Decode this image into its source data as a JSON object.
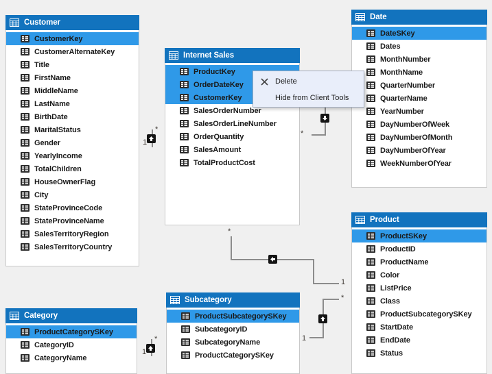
{
  "app": {
    "view_name": "Tabular Model Diagram View"
  },
  "colors": {
    "canvas_bg": "#F0F0F0",
    "table_header_bg": "#1273BE",
    "row_highlight_bg": "#2F99E8",
    "table_body_bg": "#FFFFFF",
    "table_border": "#C9C9C9",
    "relationship_line": "#8C8C8C",
    "menu_bg": "#E9EEFA",
    "menu_border": "#9FA9BB"
  },
  "tables": {
    "customer": {
      "title": "Customer",
      "icon": "table-grid-icon",
      "fields": [
        {
          "label": "CustomerKey",
          "icon": "column-icon",
          "highlighted": true
        },
        {
          "label": "CustomerAlternateKey",
          "icon": "column-icon",
          "highlighted": false
        },
        {
          "label": "Title",
          "icon": "column-icon",
          "highlighted": false
        },
        {
          "label": "FirstName",
          "icon": "column-icon",
          "highlighted": false
        },
        {
          "label": "MiddleName",
          "icon": "column-icon",
          "highlighted": false
        },
        {
          "label": "LastName",
          "icon": "column-icon",
          "highlighted": false
        },
        {
          "label": "BirthDate",
          "icon": "column-icon",
          "highlighted": false
        },
        {
          "label": "MaritalStatus",
          "icon": "column-icon",
          "highlighted": false
        },
        {
          "label": "Gender",
          "icon": "column-icon",
          "highlighted": false
        },
        {
          "label": "YearlyIncome",
          "icon": "column-icon",
          "highlighted": false
        },
        {
          "label": "TotalChildren",
          "icon": "column-icon",
          "highlighted": false
        },
        {
          "label": "HouseOwnerFlag",
          "icon": "column-icon",
          "highlighted": false
        },
        {
          "label": "City",
          "icon": "column-icon",
          "highlighted": false
        },
        {
          "label": "StateProvinceCode",
          "icon": "column-icon",
          "highlighted": false
        },
        {
          "label": "StateProvinceName",
          "icon": "column-icon",
          "highlighted": false
        },
        {
          "label": "SalesTerritoryRegion",
          "icon": "column-icon",
          "highlighted": false
        },
        {
          "label": "SalesTerritoryCountry",
          "icon": "column-icon",
          "highlighted": false
        }
      ]
    },
    "internet_sales": {
      "title": "Internet Sales",
      "icon": "table-grid-icon",
      "fields": [
        {
          "label": "ProductKey",
          "icon": "column-icon",
          "highlighted": true
        },
        {
          "label": "OrderDateKey",
          "icon": "column-icon",
          "highlighted": true
        },
        {
          "label": "CustomerKey",
          "icon": "column-icon",
          "highlighted": true
        },
        {
          "label": "SalesOrderNumber",
          "icon": "column-icon",
          "highlighted": false
        },
        {
          "label": "SalesOrderLineNumber",
          "icon": "column-icon",
          "highlighted": false
        },
        {
          "label": "OrderQuantity",
          "icon": "column-icon",
          "highlighted": false
        },
        {
          "label": "SalesAmount",
          "icon": "column-icon",
          "highlighted": false
        },
        {
          "label": "TotalProductCost",
          "icon": "column-icon",
          "highlighted": false
        }
      ]
    },
    "date": {
      "title": "Date",
      "icon": "table-grid-icon",
      "fields": [
        {
          "label": "DateSKey",
          "icon": "column-icon",
          "highlighted": true
        },
        {
          "label": "Dates",
          "icon": "column-icon",
          "highlighted": false
        },
        {
          "label": "MonthNumber",
          "icon": "column-icon",
          "highlighted": false
        },
        {
          "label": "MonthName",
          "icon": "column-icon",
          "highlighted": false
        },
        {
          "label": "QuarterNumber",
          "icon": "column-icon",
          "highlighted": false
        },
        {
          "label": "QuarterName",
          "icon": "column-icon",
          "highlighted": false
        },
        {
          "label": "YearNumber",
          "icon": "column-icon",
          "highlighted": false
        },
        {
          "label": "DayNumberOfWeek",
          "icon": "column-icon",
          "highlighted": false
        },
        {
          "label": "DayNumberOfMonth",
          "icon": "column-icon",
          "highlighted": false
        },
        {
          "label": "DayNumberOfYear",
          "icon": "column-icon",
          "highlighted": false
        },
        {
          "label": "WeekNumberOfYear",
          "icon": "column-icon",
          "highlighted": false
        }
      ]
    },
    "product": {
      "title": "Product",
      "icon": "table-grid-icon",
      "fields": [
        {
          "label": "ProductSKey",
          "icon": "column-icon",
          "highlighted": true
        },
        {
          "label": "ProductID",
          "icon": "column-icon",
          "highlighted": false
        },
        {
          "label": "ProductName",
          "icon": "column-icon",
          "highlighted": false
        },
        {
          "label": "Color",
          "icon": "column-icon",
          "highlighted": false
        },
        {
          "label": "ListPrice",
          "icon": "column-icon",
          "highlighted": false
        },
        {
          "label": "Class",
          "icon": "column-icon",
          "highlighted": false
        },
        {
          "label": "ProductSubcategorySKey",
          "icon": "column-icon",
          "highlighted": false
        },
        {
          "label": "StartDate",
          "icon": "column-icon",
          "highlighted": false
        },
        {
          "label": "EndDate",
          "icon": "column-icon",
          "highlighted": false
        },
        {
          "label": "Status",
          "icon": "column-icon",
          "highlighted": false
        }
      ]
    },
    "category": {
      "title": "Category",
      "icon": "table-grid-icon",
      "fields": [
        {
          "label": "ProductCategorySKey",
          "icon": "column-icon",
          "highlighted": true
        },
        {
          "label": "CategoryID",
          "icon": "column-icon",
          "highlighted": false
        },
        {
          "label": "CategoryName",
          "icon": "column-icon",
          "highlighted": false
        }
      ]
    },
    "subcategory": {
      "title": "Subcategory",
      "icon": "table-grid-icon",
      "fields": [
        {
          "label": "ProductSubcategorySKey",
          "icon": "column-icon",
          "highlighted": true
        },
        {
          "label": "SubcategoryID",
          "icon": "column-icon",
          "highlighted": false
        },
        {
          "label": "SubcategoryName",
          "icon": "column-icon",
          "highlighted": false
        },
        {
          "label": "ProductCategorySKey",
          "icon": "column-icon",
          "highlighted": false
        }
      ]
    }
  },
  "context_menu": {
    "items": [
      {
        "label": "Delete",
        "icon": "delete-x-icon"
      },
      {
        "label": "Hide from Client Tools",
        "icon": ""
      }
    ]
  },
  "relationships": [
    {
      "name": "customer-internet-sales",
      "one_label": "1",
      "many_label": "*",
      "icon": "anchor-arrow-up-icon"
    },
    {
      "name": "internet-sales-date",
      "many_label": "*",
      "icon": "anchor-arrow-down-icon"
    },
    {
      "name": "internet-sales-product",
      "one_label": "1",
      "many_label": "*",
      "icon": "anchor-arrow-left-icon"
    },
    {
      "name": "subcategory-product",
      "one_label": "1",
      "many_label": "*",
      "icon": "anchor-arrow-up-icon"
    },
    {
      "name": "category-subcategory",
      "one_label": "1",
      "many_label": "*",
      "icon": "anchor-arrow-up-icon"
    }
  ]
}
